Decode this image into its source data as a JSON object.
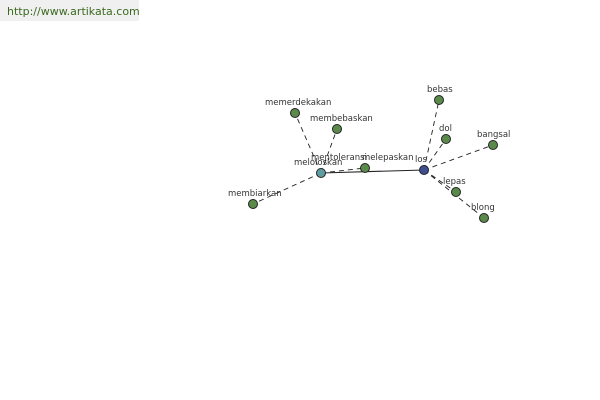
{
  "watermark": {
    "url": "http://www.artikata.com"
  },
  "colors": {
    "leaf_node": "#5a8a4a",
    "hub_node_a": "#5f9ea0",
    "hub_node_b": "#3d4f8f"
  },
  "graph": {
    "nodes": [
      {
        "id": "meloloskan",
        "label": "meloloskan",
        "kind": "hub_a"
      },
      {
        "id": "los",
        "label": "los",
        "kind": "hub_b"
      },
      {
        "id": "memerdekakan",
        "label": "memerdekakan",
        "kind": "leaf"
      },
      {
        "id": "membebaskan",
        "label": "membebaskan",
        "kind": "leaf"
      },
      {
        "id": "membiarkan",
        "label": "membiarkan",
        "kind": "leaf"
      },
      {
        "id": "mentoleransi",
        "label": "mentoleransi",
        "kind": "leaf"
      },
      {
        "id": "melepaskan",
        "label": "melepaskan",
        "kind": "leaf"
      },
      {
        "id": "bebas",
        "label": "bebas",
        "kind": "leaf"
      },
      {
        "id": "dol",
        "label": "dol",
        "kind": "leaf"
      },
      {
        "id": "bangsal",
        "label": "bangsal",
        "kind": "leaf"
      },
      {
        "id": "lepas",
        "label": "lepas",
        "kind": "leaf"
      },
      {
        "id": "blong",
        "label": "blong",
        "kind": "leaf"
      }
    ],
    "edges": [
      {
        "from": "meloloskan",
        "to": "memerdekakan",
        "style": "dashed"
      },
      {
        "from": "meloloskan",
        "to": "membebaskan",
        "style": "dashed"
      },
      {
        "from": "meloloskan",
        "to": "membiarkan",
        "style": "dashed"
      },
      {
        "from": "meloloskan",
        "to": "mentoleransi",
        "style": "dashed"
      },
      {
        "from": "meloloskan",
        "to": "los",
        "style": "solid"
      },
      {
        "from": "los",
        "to": "bebas",
        "style": "dashed"
      },
      {
        "from": "los",
        "to": "dol",
        "style": "dashed"
      },
      {
        "from": "los",
        "to": "bangsal",
        "style": "dashed"
      },
      {
        "from": "los",
        "to": "lepas",
        "style": "dashed"
      },
      {
        "from": "los",
        "to": "blong",
        "style": "dashed"
      }
    ]
  }
}
